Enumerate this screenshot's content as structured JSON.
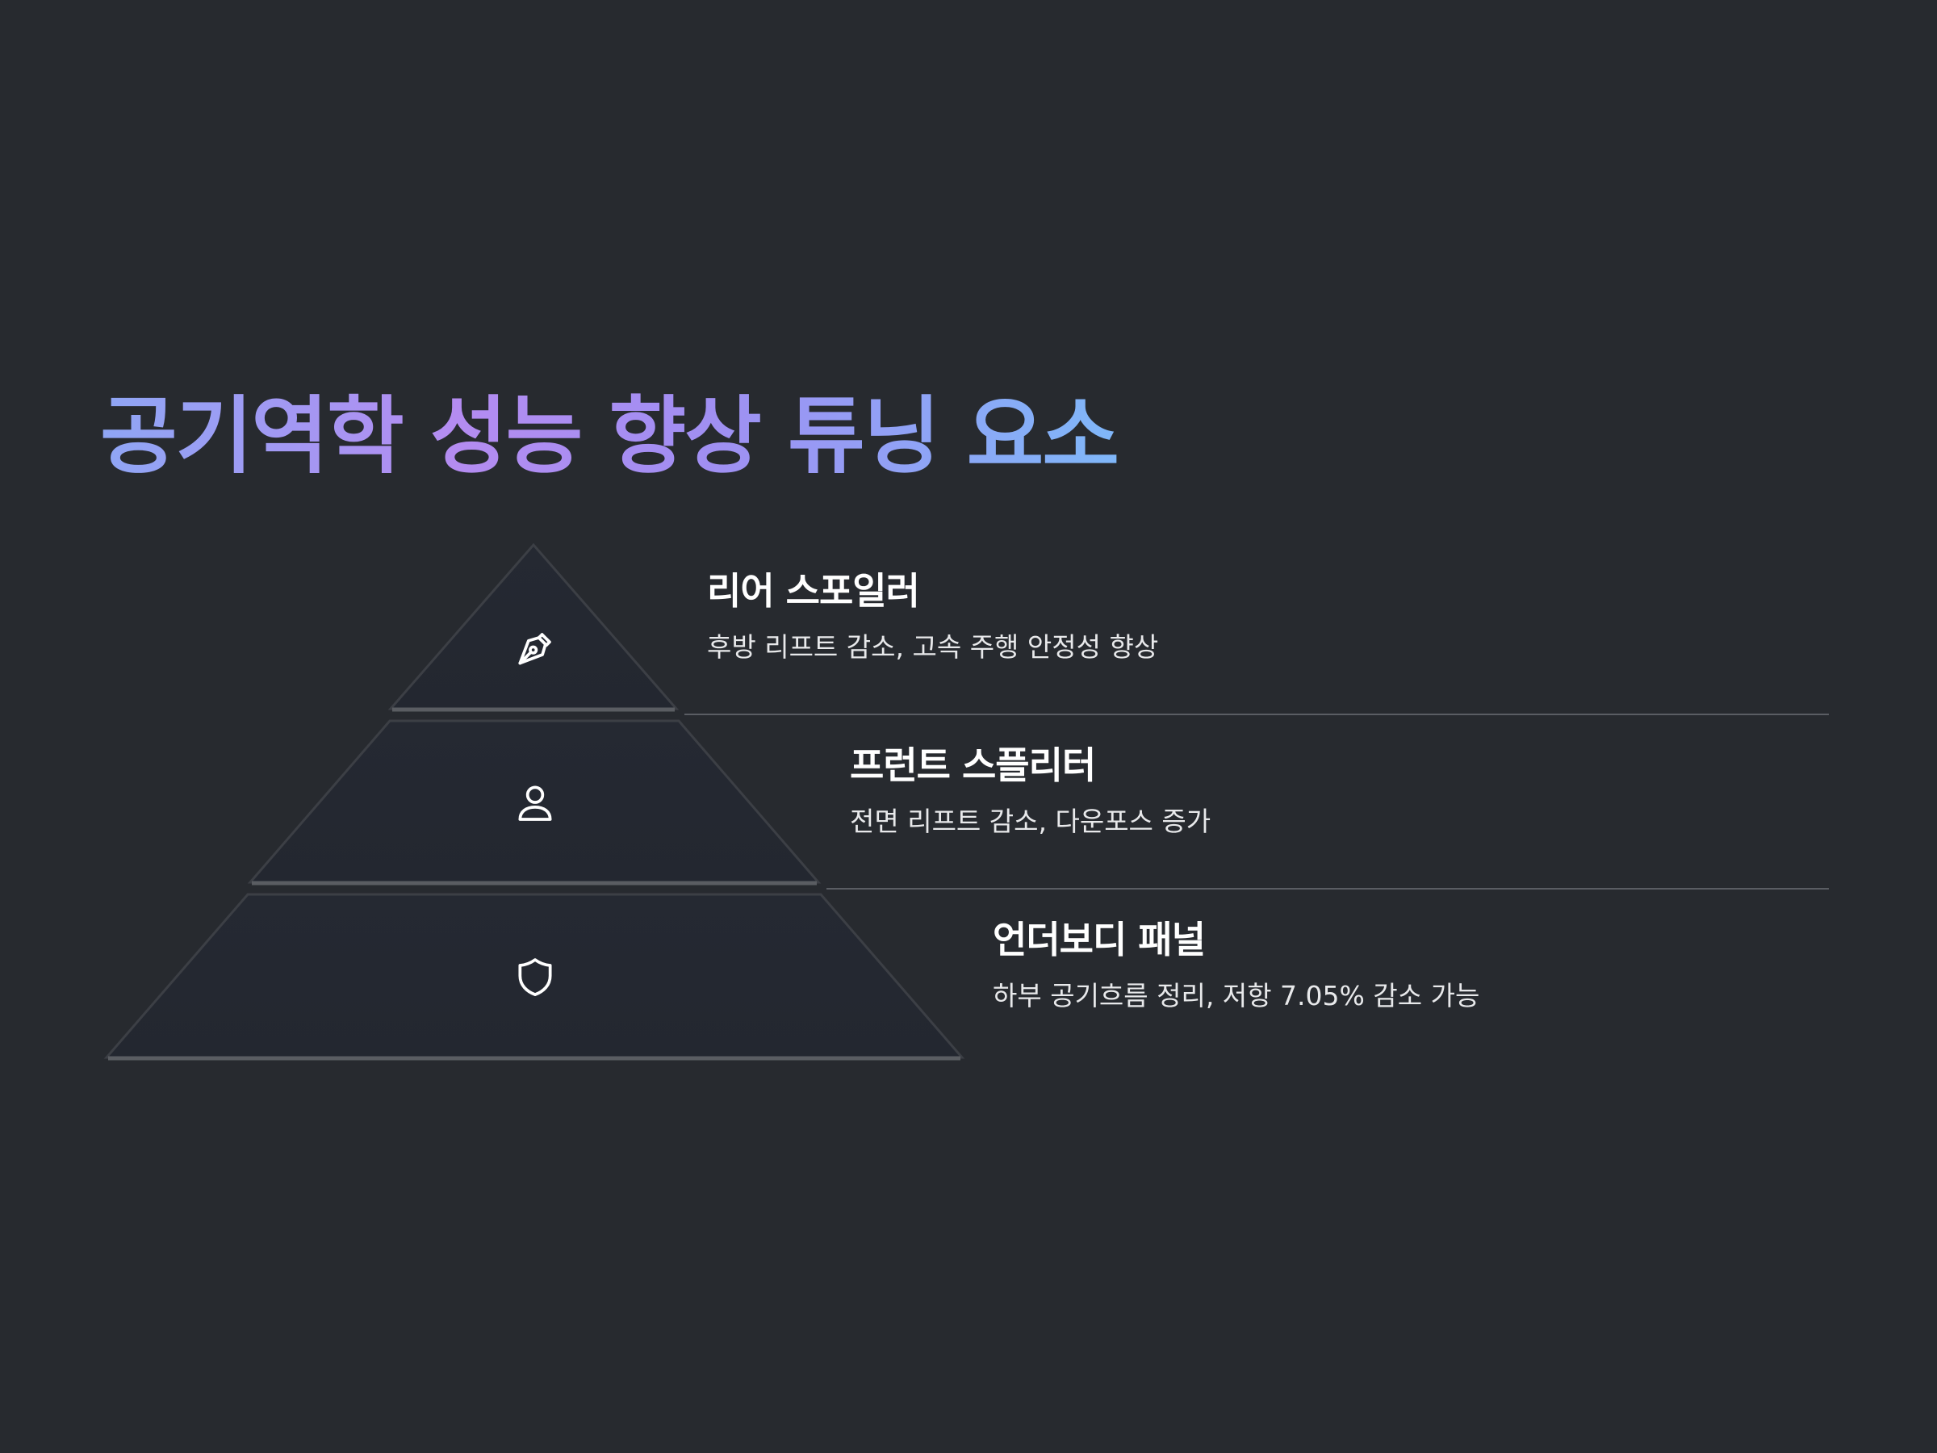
{
  "title": "공기역학 성능 향상 튜닝 요소",
  "colors": {
    "background": "#272a2f",
    "tier_fill": "#252931",
    "tier_edge": "#4a4d53",
    "divider": "#5a5d63",
    "title_gradient": [
      "#8fa6f5",
      "#b48cf1",
      "#a08ff2",
      "#7fb7f9"
    ]
  },
  "tiers": [
    {
      "icon": "pen-nib-icon",
      "title": "리어 스포일러",
      "description": "후방 리프트 감소, 고속 주행 안정성 향상"
    },
    {
      "icon": "user-icon",
      "title": "프런트 스플리터",
      "description": "전면 리프트 감소, 다운포스 증가"
    },
    {
      "icon": "shield-icon",
      "title": "언더보디 패널",
      "description": "하부 공기흐름 정리, 저항 7.05% 감소 가능"
    }
  ]
}
